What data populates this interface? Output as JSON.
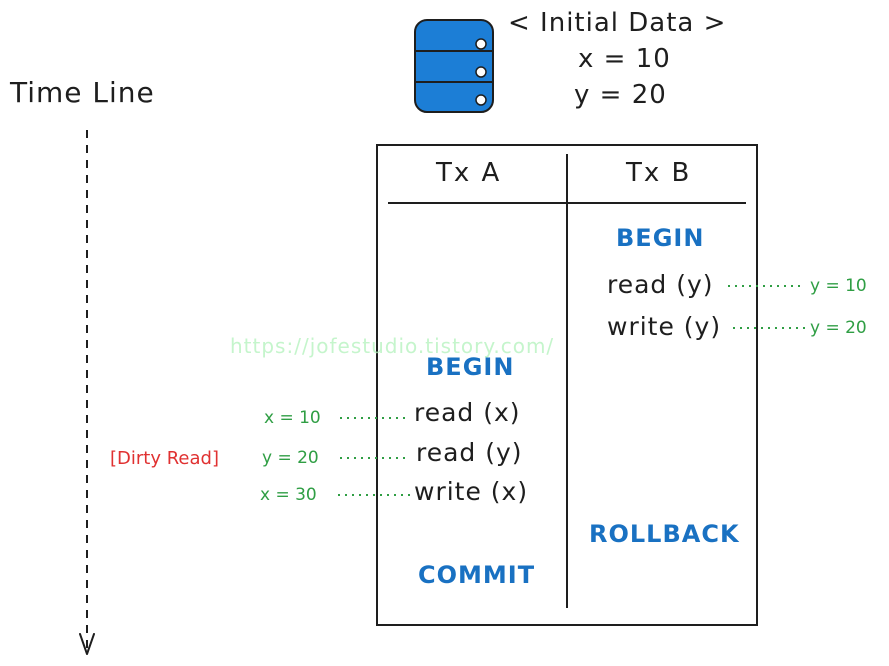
{
  "timeline": {
    "label": "Time Line"
  },
  "initial_data": {
    "title": "< Initial Data >",
    "x_line": "x = 10",
    "y_line": "y = 20"
  },
  "table": {
    "tx_a_header": "Tx A",
    "tx_b_header": "Tx B"
  },
  "tx_b": {
    "begin": "BEGIN",
    "read_y": "read (y)",
    "read_y_value": "y = 10",
    "write_y": "write (y)",
    "write_y_value": "y = 20",
    "rollback": "ROLLBACK"
  },
  "tx_a": {
    "begin": "BEGIN",
    "read_x": "read (x)",
    "read_x_value": "x = 10",
    "read_y": "read (y)",
    "read_y_value": "y = 20",
    "dirty_read_note": "[Dirty Read]",
    "write_x": "write (x)",
    "write_x_value": "x = 30",
    "commit": "COMMIT"
  },
  "watermark": "https://jofestudio.tistory.com/",
  "colors": {
    "keyword_blue": "#1971c2",
    "value_green": "#2f9e44",
    "warning_red": "#e03131",
    "database_blue": "#1c7ed6",
    "ink": "#1e1e1e"
  },
  "icons": {
    "database": "database-icon",
    "timeline_arrow": "arrow-down-icon"
  }
}
